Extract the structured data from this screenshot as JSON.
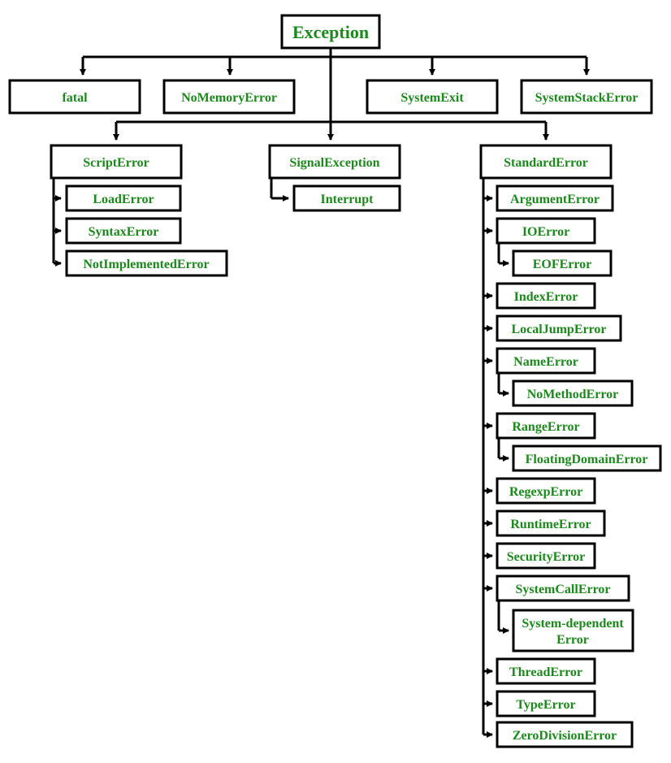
{
  "colors": {
    "label": "#1a8a1a",
    "stroke": "#000000",
    "background": "#ffffff"
  },
  "root": "Exception",
  "level1": [
    "fatal",
    "NoMemoryError",
    "SystemExit",
    "SystemStackError"
  ],
  "level2": [
    {
      "label": "ScriptError",
      "children": [
        {
          "label": "LoadError"
        },
        {
          "label": "SyntaxError"
        },
        {
          "label": "NotImplementedError"
        }
      ]
    },
    {
      "label": "SignalException",
      "children": [
        {
          "label": "Interrupt"
        }
      ]
    },
    {
      "label": "StandardError",
      "children": [
        {
          "label": "ArgumentError"
        },
        {
          "label": "IOError",
          "children": [
            {
              "label": "EOFError"
            }
          ]
        },
        {
          "label": "IndexError"
        },
        {
          "label": "LocalJumpError"
        },
        {
          "label": "NameError",
          "children": [
            {
              "label": "NoMethodError"
            }
          ]
        },
        {
          "label": "RangeError",
          "children": [
            {
              "label": "FloatingDomainError"
            }
          ]
        },
        {
          "label": "RegexpError"
        },
        {
          "label": "RuntimeError"
        },
        {
          "label": "SecurityError"
        },
        {
          "label": "SystemCallError",
          "children": [
            {
              "label": "System-dependent Error"
            }
          ]
        },
        {
          "label": "ThreadError"
        },
        {
          "label": "TypeError"
        },
        {
          "label": "ZeroDivisionError"
        }
      ]
    }
  ]
}
